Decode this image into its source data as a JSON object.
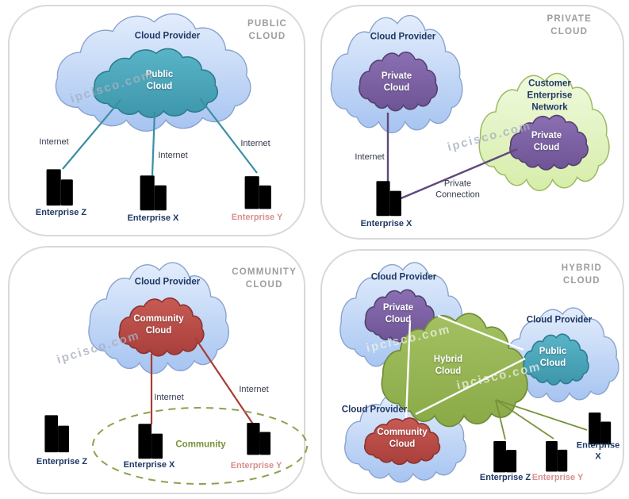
{
  "watermark": "ipcisco.com",
  "palette": {
    "provider_top": "#e3edfc",
    "provider_bottom": "#a6c4f1",
    "provider_stroke": "#8aa3cf",
    "teal_top": "#5ab4c7",
    "teal_bottom": "#3d96ab",
    "teal_stroke": "#2e7c90",
    "purple_top": "#8a70b3",
    "purple_bottom": "#6e5494",
    "purple_stroke": "#55406f",
    "red_top": "#c75a54",
    "red_bottom": "#a93f3b",
    "red_stroke": "#8c322f",
    "hybrid_top": "#a3c161",
    "hybrid_bottom": "#8aa947",
    "hybrid_stroke": "#708c3a",
    "customer_top": "#f0fade",
    "customer_bottom": "#d6eda9",
    "customer_stroke": "#9dba62",
    "line_teal": "#3a8fa5",
    "line_purple": "#5f497a",
    "line_red": "#a83c38",
    "line_olive": "#77933c",
    "line_white": "#ffffff",
    "ellipse_dash": "#8ca24d",
    "label_navy": "#1f3864",
    "label_pink": "#d5908e",
    "label_olive": "#77933c",
    "corner_gray": "#9d9d9d",
    "text_dark": "#33394d",
    "building_gray": {
      "body": "#fbfbfd",
      "windows": "#ececf4",
      "line": "#c8cad7"
    },
    "building_green": {
      "body": "#f3fae3",
      "windows": "#e3f2c4",
      "line": "#aac37e"
    },
    "building_pink": {
      "body": "#fdf5f5",
      "windows": "#f8e6e6",
      "line": "#dcbaba"
    }
  },
  "panels": {
    "public": {
      "corner_label": "PUBLIC\nCLOUD",
      "provider_label": "Cloud Provider",
      "inner_cloud_label": "Public\nCloud",
      "internet_label": "Internet",
      "enterprise_z": "Enterprise Z",
      "enterprise_x": "Enterprise X",
      "enterprise_y": "Enterprise Y"
    },
    "private": {
      "corner_label": "PRIVATE\nCLOUD",
      "provider_label": "Cloud Provider",
      "provider_cloud_label": "Private\nCloud",
      "customer_network_label": "Customer Enterprise\nNetwork",
      "customer_cloud_label": "Private\nCloud",
      "internet_label": "Internet",
      "private_connection_label": "Private\nConnection",
      "enterprise_x": "Enterprise X"
    },
    "community": {
      "corner_label": "COMMUNITY\nCLOUD",
      "provider_label": "Cloud Provider",
      "inner_cloud_label": "Community\nCloud",
      "internet_label": "Internet",
      "community_label": "Community",
      "enterprise_z": "Enterprise Z",
      "enterprise_x": "Enterprise X",
      "enterprise_y": "Enterprise Y"
    },
    "hybrid": {
      "corner_label": "HYBRID\nCLOUD",
      "provider_label": "Cloud Provider",
      "private_cloud_label": "Private\nCloud",
      "public_cloud_label": "Public\nCloud",
      "community_cloud_label": "Community\nCloud",
      "hybrid_cloud_label": "Hybrid\nCloud",
      "enterprise_z": "Enterprise Z",
      "enterprise_x": "Enterprise X",
      "enterprise_y": "Enterprise Y"
    }
  }
}
